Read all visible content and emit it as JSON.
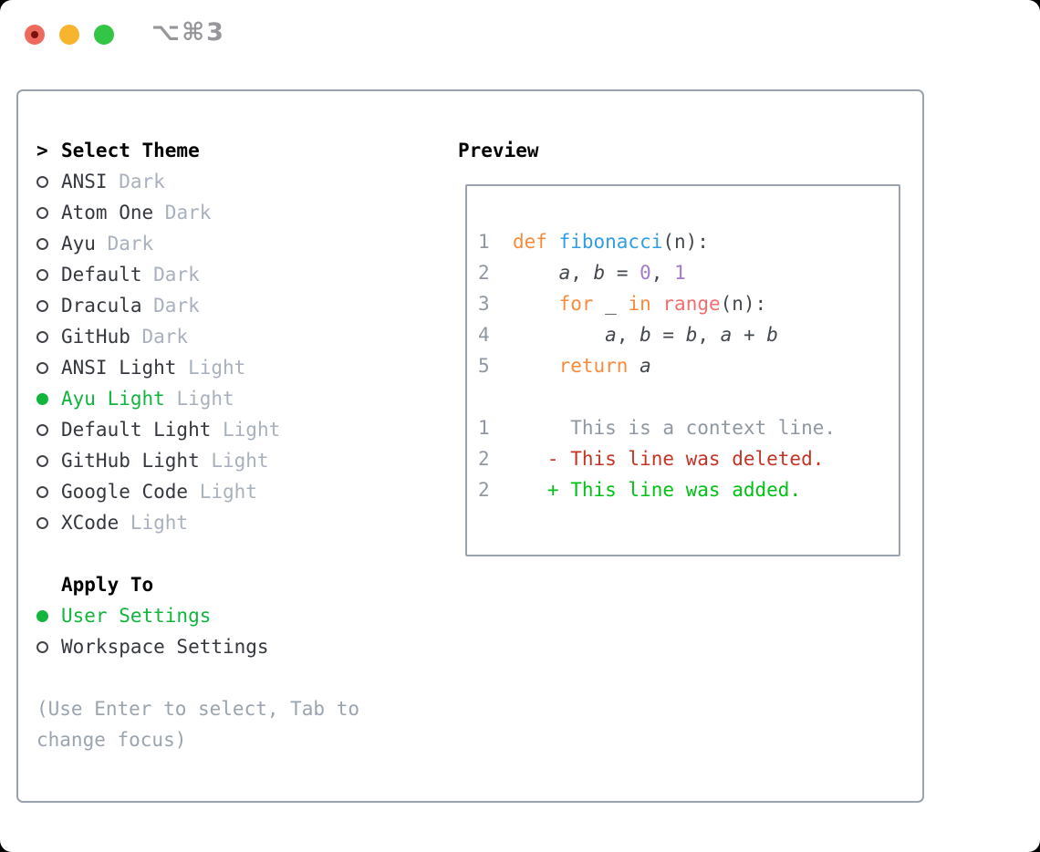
{
  "window": {
    "title": "⌥⌘3",
    "traffic_lights": [
      "close",
      "minimize",
      "zoom"
    ]
  },
  "theme_picker": {
    "header_marker": ">",
    "header": "Select Theme",
    "themes": [
      {
        "name": "ANSI",
        "variant": "Dark",
        "selected": false
      },
      {
        "name": "Atom One",
        "variant": "Dark",
        "selected": false
      },
      {
        "name": "Ayu",
        "variant": "Dark",
        "selected": false
      },
      {
        "name": "Default",
        "variant": "Dark",
        "selected": false
      },
      {
        "name": "Dracula",
        "variant": "Dark",
        "selected": false
      },
      {
        "name": "GitHub",
        "variant": "Dark",
        "selected": false
      },
      {
        "name": "ANSI Light",
        "variant": "Light",
        "selected": false
      },
      {
        "name": "Ayu Light",
        "variant": "Light",
        "selected": true
      },
      {
        "name": "Default Light",
        "variant": "Light",
        "selected": false
      },
      {
        "name": "GitHub Light",
        "variant": "Light",
        "selected": false
      },
      {
        "name": "Google Code",
        "variant": "Light",
        "selected": false
      },
      {
        "name": "XCode",
        "variant": "Light",
        "selected": false
      }
    ],
    "apply_to": {
      "header": "Apply To",
      "options": [
        {
          "label": "User Settings",
          "selected": true
        },
        {
          "label": "Workspace Settings",
          "selected": false
        }
      ]
    },
    "hint_lines": [
      "(Use Enter to select, Tab to",
      "change focus)"
    ]
  },
  "preview": {
    "header": "Preview",
    "code_lines": [
      {
        "number": "1",
        "tokens": [
          {
            "text": "def ",
            "style": "keyword"
          },
          {
            "text": "fibonacci",
            "style": "function"
          },
          {
            "text": "(n):",
            "style": "plain"
          }
        ]
      },
      {
        "number": "2",
        "tokens": [
          {
            "text": "    ",
            "style": "plain"
          },
          {
            "text": "a",
            "style": "variable"
          },
          {
            "text": ", ",
            "style": "plain"
          },
          {
            "text": "b",
            "style": "variable"
          },
          {
            "text": " = ",
            "style": "plain"
          },
          {
            "text": "0",
            "style": "number"
          },
          {
            "text": ", ",
            "style": "plain"
          },
          {
            "text": "1",
            "style": "number"
          }
        ]
      },
      {
        "number": "3",
        "tokens": [
          {
            "text": "    ",
            "style": "plain"
          },
          {
            "text": "for",
            "style": "keyword"
          },
          {
            "text": " _ ",
            "style": "plain"
          },
          {
            "text": "in",
            "style": "keyword"
          },
          {
            "text": " ",
            "style": "plain"
          },
          {
            "text": "range",
            "style": "builtin"
          },
          {
            "text": "(n):",
            "style": "plain"
          }
        ]
      },
      {
        "number": "4",
        "tokens": [
          {
            "text": "        ",
            "style": "plain"
          },
          {
            "text": "a",
            "style": "variable"
          },
          {
            "text": ", ",
            "style": "plain"
          },
          {
            "text": "b",
            "style": "variable"
          },
          {
            "text": " = ",
            "style": "plain"
          },
          {
            "text": "b",
            "style": "variable"
          },
          {
            "text": ", ",
            "style": "plain"
          },
          {
            "text": "a",
            "style": "variable"
          },
          {
            "text": " + ",
            "style": "plain"
          },
          {
            "text": "b",
            "style": "variable"
          }
        ]
      },
      {
        "number": "5",
        "tokens": [
          {
            "text": "    ",
            "style": "plain"
          },
          {
            "text": "return",
            "style": "keyword"
          },
          {
            "text": " ",
            "style": "plain"
          },
          {
            "text": "a",
            "style": "variable"
          }
        ]
      }
    ],
    "diff_lines": [
      {
        "number": "1",
        "text": "     This is a context line.",
        "type": "context"
      },
      {
        "number": "2",
        "text": "   - This line was deleted.",
        "type": "deleted"
      },
      {
        "number": "2",
        "text": "   + This line was added.",
        "type": "added"
      }
    ]
  },
  "colors": {
    "selected_green": "#11b53e",
    "keyword_orange": "#f98b3d",
    "function_blue": "#2f9ee5",
    "number_purple": "#a37acc",
    "builtin_coral": "#f26d6d",
    "diff_deleted_red": "#c43425",
    "diff_added_green": "#00c214",
    "panel_border_gray": "#99a2ad",
    "muted_gray": "#a8b1bd",
    "line_number_gray": "#8f98a2",
    "traffic_red": "#ee6a5e",
    "traffic_yellow": "#f7b42e",
    "traffic_green": "#32c546"
  }
}
